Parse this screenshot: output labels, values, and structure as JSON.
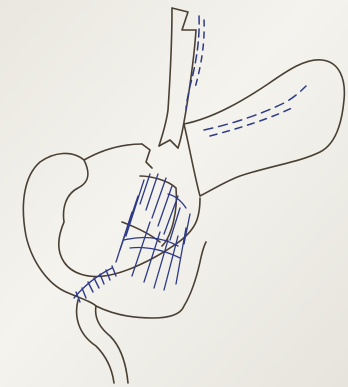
{
  "figure": {
    "kind": "hand-drawn surgical sketch",
    "paper_color": "#efeee8",
    "outline_color": "#4a3f33",
    "suture_color": "#2e3a86",
    "parts": [
      "esophagus",
      "stomach",
      "duodenum",
      "jejunal-limb",
      "anastomosis",
      "suture-lines"
    ]
  }
}
